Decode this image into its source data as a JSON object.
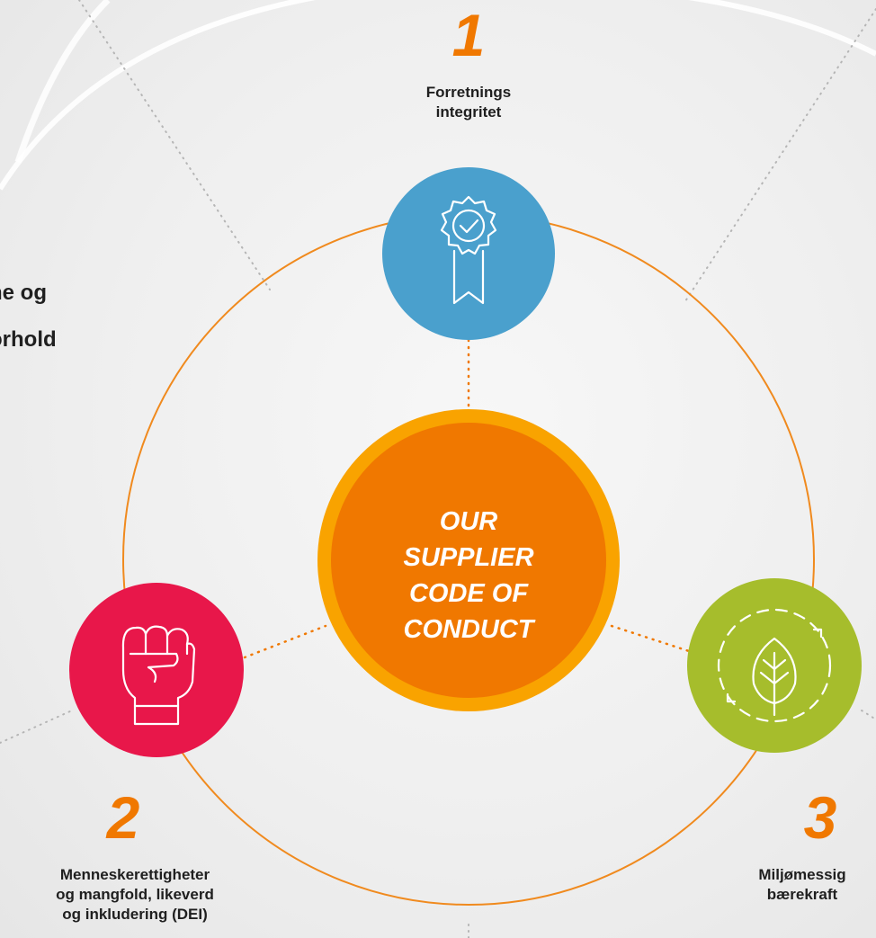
{
  "center": {
    "title": "OUR\nSUPPLIER\nCODE OF\nCONDUCT"
  },
  "pillars": [
    {
      "number": "1",
      "label": "Forretnings\nintegritet",
      "color": "#4aa0cd",
      "icon": "award-ribbon-check-icon"
    },
    {
      "number": "2",
      "label": "Menneskerettigheter\nog mangfold, likeverd\nog inkludering (DEI)",
      "color": "#e8174a",
      "icon": "raised-fist-icon"
    },
    {
      "number": "3",
      "label": "Miljømessig\nbærekraft",
      "color": "#a6bd2c",
      "icon": "leaf-cycle-icon"
    }
  ],
  "side_text": {
    "line1": "ne og",
    "line2": "orhold"
  },
  "colors": {
    "accent_orange": "#f07800",
    "center_ring": "#f9a300",
    "orbit_line": "#f08a1e",
    "dotted_line": "#b5b5b5"
  }
}
